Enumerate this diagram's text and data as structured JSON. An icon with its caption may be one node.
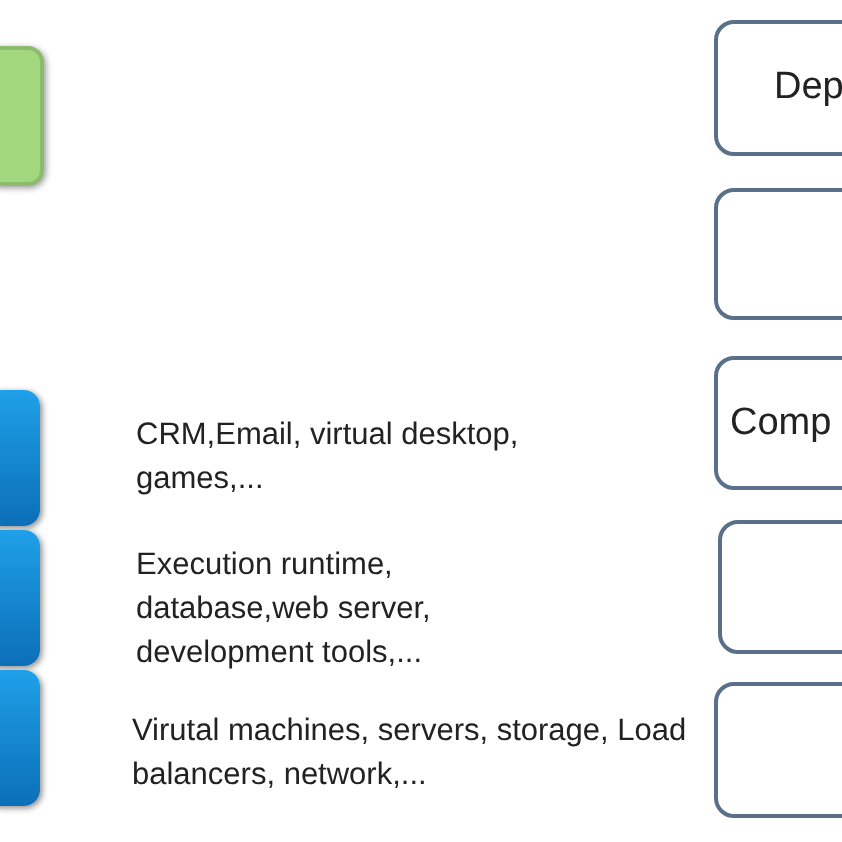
{
  "diagram": {
    "nodes": [
      {
        "text": [],
        "shape": "box"
      },
      {
        "text": [],
        "shape": "box"
      },
      {
        "text": [],
        "shape": "box"
      },
      {
        "text": [],
        "shape": "box"
      },
      {
        "text": [
          "Dep"
        ]
      },
      {
        "text": [],
        "shape": "box"
      },
      {
        "text": [
          "Comp"
        ]
      },
      {
        "text": [],
        "shape": "box"
      },
      {
        "text": [],
        "shape": "box"
      }
    ],
    "labels": [
      "CRM,Email, virtual desktop, games,...",
      "Execution runtime, database,web server, development tools,...",
      "Virutal machines, servers, storage, Load balancers, network,..."
    ]
  }
}
